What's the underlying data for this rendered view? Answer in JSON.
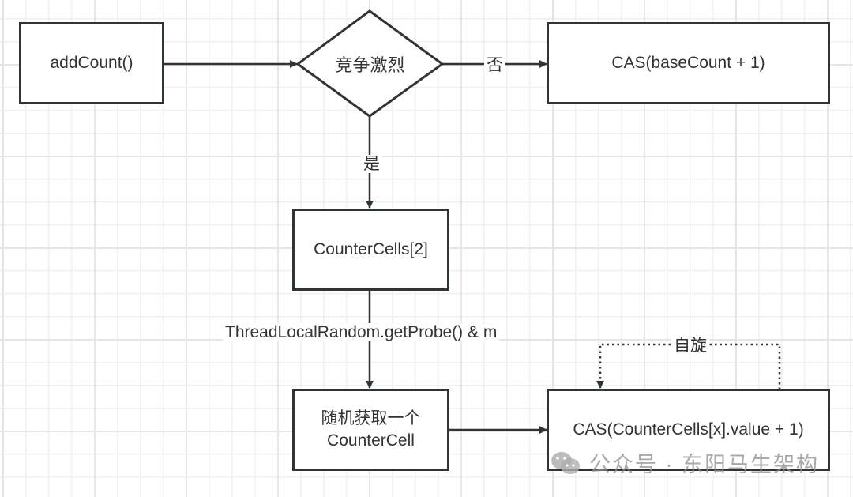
{
  "nodes": {
    "add_count": "addCount()",
    "decision": "竞争激烈",
    "cas_base": "CAS(baseCount + 1)",
    "counter_cells": "CounterCells[2]",
    "random_cell_line1": "随机获取一个",
    "random_cell_line2": "CounterCell",
    "cas_cell": "CAS(CounterCells[x].value + 1)"
  },
  "edges": {
    "no_label": "否",
    "yes_label": "是",
    "probe_label": "ThreadLocalRandom.getProbe() & m",
    "spin_label": "自旋"
  },
  "watermark": {
    "icon": "wechat-icon",
    "text": "公众号 · 东阳马生架构"
  },
  "colors": {
    "stroke": "#2f3437",
    "text": "#333333",
    "grid_minor": "#f0f0f0",
    "grid_major": "#e6e6e6"
  }
}
